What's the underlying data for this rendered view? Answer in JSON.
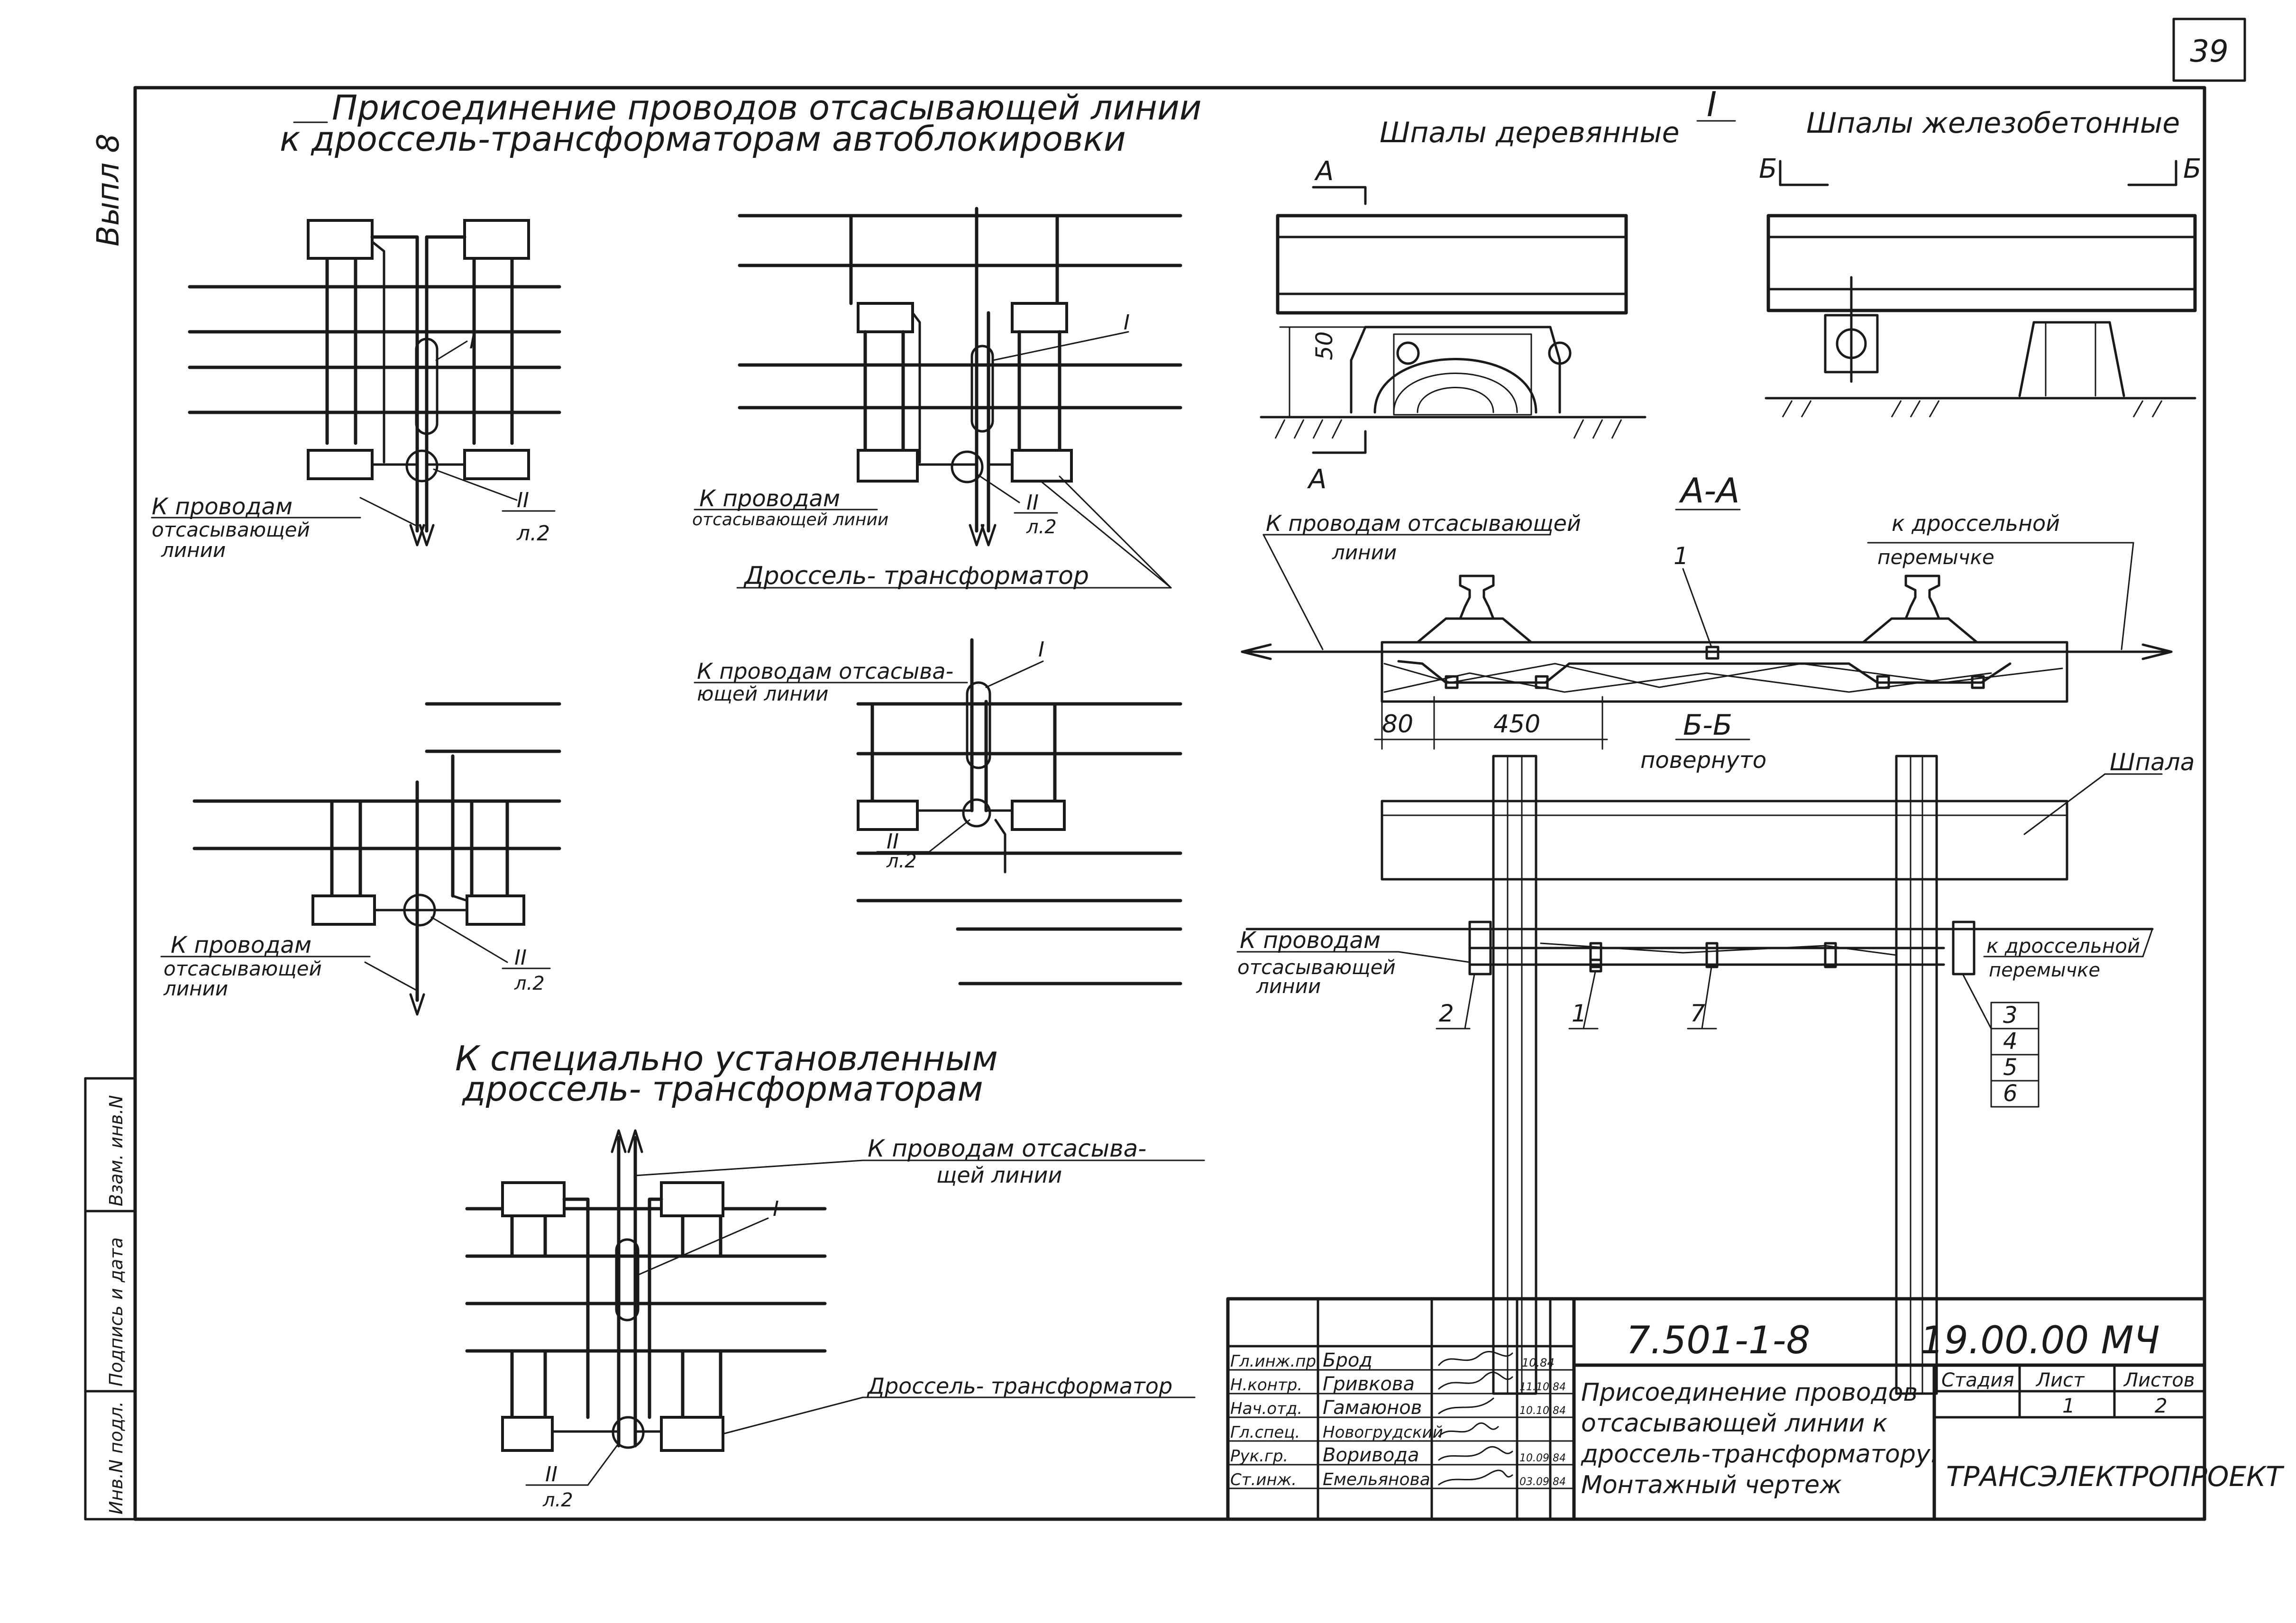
{
  "page_number": "39",
  "side_label": "Выпл 8",
  "titles": {
    "main_line1": "Присоединение проводов отсасывающей линии",
    "main_line2": "к дроссель-трансформаторам автоблокировки",
    "special_line1": "К специально установленным",
    "special_line2": "дроссель- трансформаторам"
  },
  "labels": {
    "to_wires_1": "К проводам",
    "to_wires_2": "отсасывающей",
    "to_wires_3": "линии",
    "to_wires_inline": "отсасывающей линии",
    "to_wires_split_1": "К проводам отсасыва-",
    "to_wires_split_2": "ющей линии",
    "to_wires_special_1": "К проводам отсасыва-",
    "to_wires_special_2": "щей линии",
    "choke_transformer": "Дроссель- трансформатор",
    "choke_transformer_2": "Дроссель- трансформатор",
    "mark_I": "I",
    "mark_II": "II",
    "sheet_ref": "л.2"
  },
  "detail": {
    "view_mark": "I",
    "wood_sleepers": "Шпалы деревянные",
    "concrete_sleepers": "Шпалы железобетонные",
    "section_A": "А",
    "section_B": "Б",
    "dim_50": "50",
    "section_AA": "А-А",
    "aa_left_1": "К проводам отсасывающей",
    "aa_left_2": "линии",
    "aa_right_1": "к дроссельной",
    "aa_right_2": "перемычке",
    "dim_80": "80",
    "dim_450": "450",
    "section_BB": "Б-Б",
    "rotated": "повернуто",
    "sleeper": "Шпала",
    "bb_left_1": "К проводам",
    "bb_left_2": "отсасывающей",
    "bb_left_3": "линии",
    "bb_right_1": "к дроссельной",
    "bb_right_2": "перемычке",
    "callouts": [
      "1",
      "2",
      "1",
      "7",
      "3",
      "4",
      "5",
      "6"
    ]
  },
  "left_stamp": [
    "Инв.N подл.",
    "Подпись и дата",
    "Взам. инв.N"
  ],
  "title_block": {
    "doc_code": "7.501-1-8",
    "doc_number": "19.00.00 МЧ",
    "title_1": "Присоединение проводов",
    "title_2": "отсасывающей линии к",
    "title_3": "дроссель-трансформатору.",
    "title_4": "Монтажный чертеж",
    "stage_hdr": "Стадия",
    "sheet_hdr": "Лист",
    "sheets_hdr": "Листов",
    "sheet_val": "1",
    "sheets_val": "2",
    "org": "ТРАНСЭЛЕКТРОПРОЕКТ",
    "rows": [
      {
        "role": "Гл.инж.пр.",
        "name": "Брод",
        "date": "10.84"
      },
      {
        "role": "Н.контр.",
        "name": "Гривкова",
        "date": "11.10.84"
      },
      {
        "role": "Нач.отд.",
        "name": "Гамаюнов",
        "date": "10.10.84"
      },
      {
        "role": "Гл.спец.",
        "name": "Новогрудский",
        "date": ""
      },
      {
        "role": "Рук.гр.",
        "name": "Воривода",
        "date": "10.09.84"
      },
      {
        "role": "Ст.инж.",
        "name": "Емельянова",
        "date": "03.09.84"
      }
    ]
  }
}
